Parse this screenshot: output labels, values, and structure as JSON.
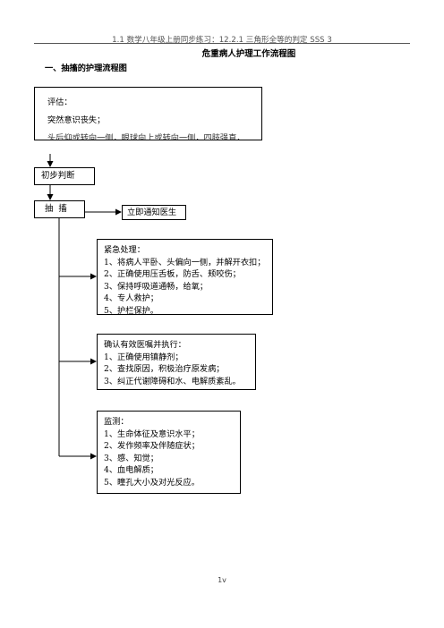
{
  "header": {
    "text": "1.1 数学八年级上册同步练习：12.2.1 三角形全等的判定 SSS 3"
  },
  "doc_title": "危重病人护理工作流程图",
  "section_heading": "一、抽搐的护理流程图",
  "flow": {
    "assessment": {
      "title": "评估：",
      "line1": "突然意识丧失；",
      "line2": "头后仰或转向一侧，眼球向上或转向一侧，四肢强直，"
    },
    "initial_judgment": "初步判断",
    "spasm": "抽搐",
    "notify_doctor": "立即通知医生",
    "emergency": {
      "title": "紧急处理：",
      "items": [
        "1、将病人平卧、头偏向一侧，并解开衣扣；",
        "2、正确使用压舌板，防舌、颊咬伤；",
        "3、保持呼吸道通畅，给氧；",
        "4、专人救护；",
        "5、护栏保护。"
      ]
    },
    "orders": {
      "title": "确认有效医嘱并执行：",
      "items": [
        "1、正确使用镇静剂；",
        "2、查找原因，积极治疗原发病；",
        "3、纠正代谢障碍和水、电解质紊乱。"
      ]
    },
    "monitoring": {
      "title": "监测：",
      "items": [
        "1、生命体征及意识水平；",
        "2、发作频率及伴随症状；",
        "3、感、知觉；",
        "4、血电解质；",
        "5、瞳孔大小及对光反应。"
      ]
    }
  },
  "footer": {
    "page_label": "1v"
  }
}
